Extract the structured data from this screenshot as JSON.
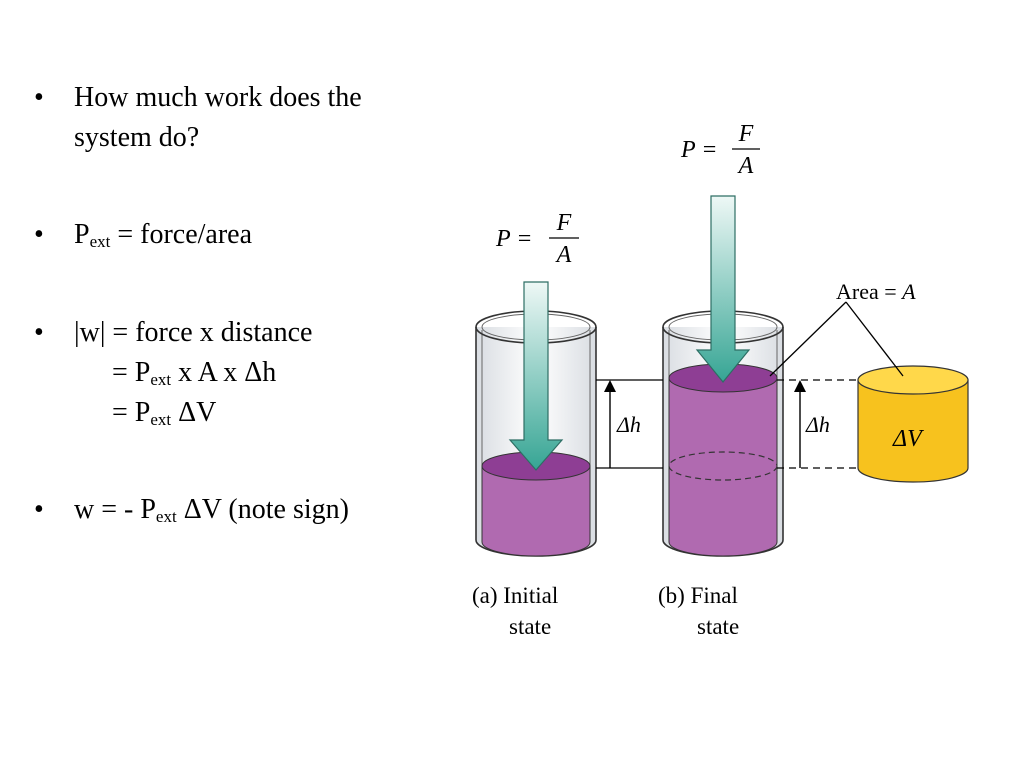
{
  "bullets": {
    "b1_line1": "How much work does the",
    "b1_line2": "system do?",
    "b2_p": "P",
    "b2_sub": "ext",
    "b2_rest": " = force/area",
    "b3_line1": "|w| = force x distance",
    "b3_line2_pre": "= P",
    "b3_line2_sub": "ext",
    "b3_line2_post": " x A x Δh",
    "b3_line3_pre": "= P",
    "b3_line3_sub": "ext",
    "b3_line3_post": " ΔV",
    "b4_pre": "w = - P",
    "b4_sub": "ext",
    "b4_post": " ΔV (note sign)",
    "bullet_char": "•"
  },
  "diagram": {
    "pressure_label_left": "P =",
    "pressure_label_right": "P =",
    "fraction_num": "F",
    "fraction_den": "A",
    "area_label_pre": "Area = ",
    "area_label_var": "A",
    "delta_h_left": "Δh",
    "delta_h_right": "Δh",
    "delta_v": "ΔV",
    "caption_a_line1": "(a) Initial",
    "caption_a_line2": "state",
    "caption_b_line1": "(b) Final",
    "caption_b_line2": "state",
    "colors": {
      "fluid": "#b06ab0",
      "fluid_top": "#8e3e94",
      "arrow_top": "#e8f6f3",
      "arrow_bottom": "#3aa898",
      "delta_v_fill": "#f7c21e",
      "delta_v_top": "#ffd84a"
    }
  }
}
